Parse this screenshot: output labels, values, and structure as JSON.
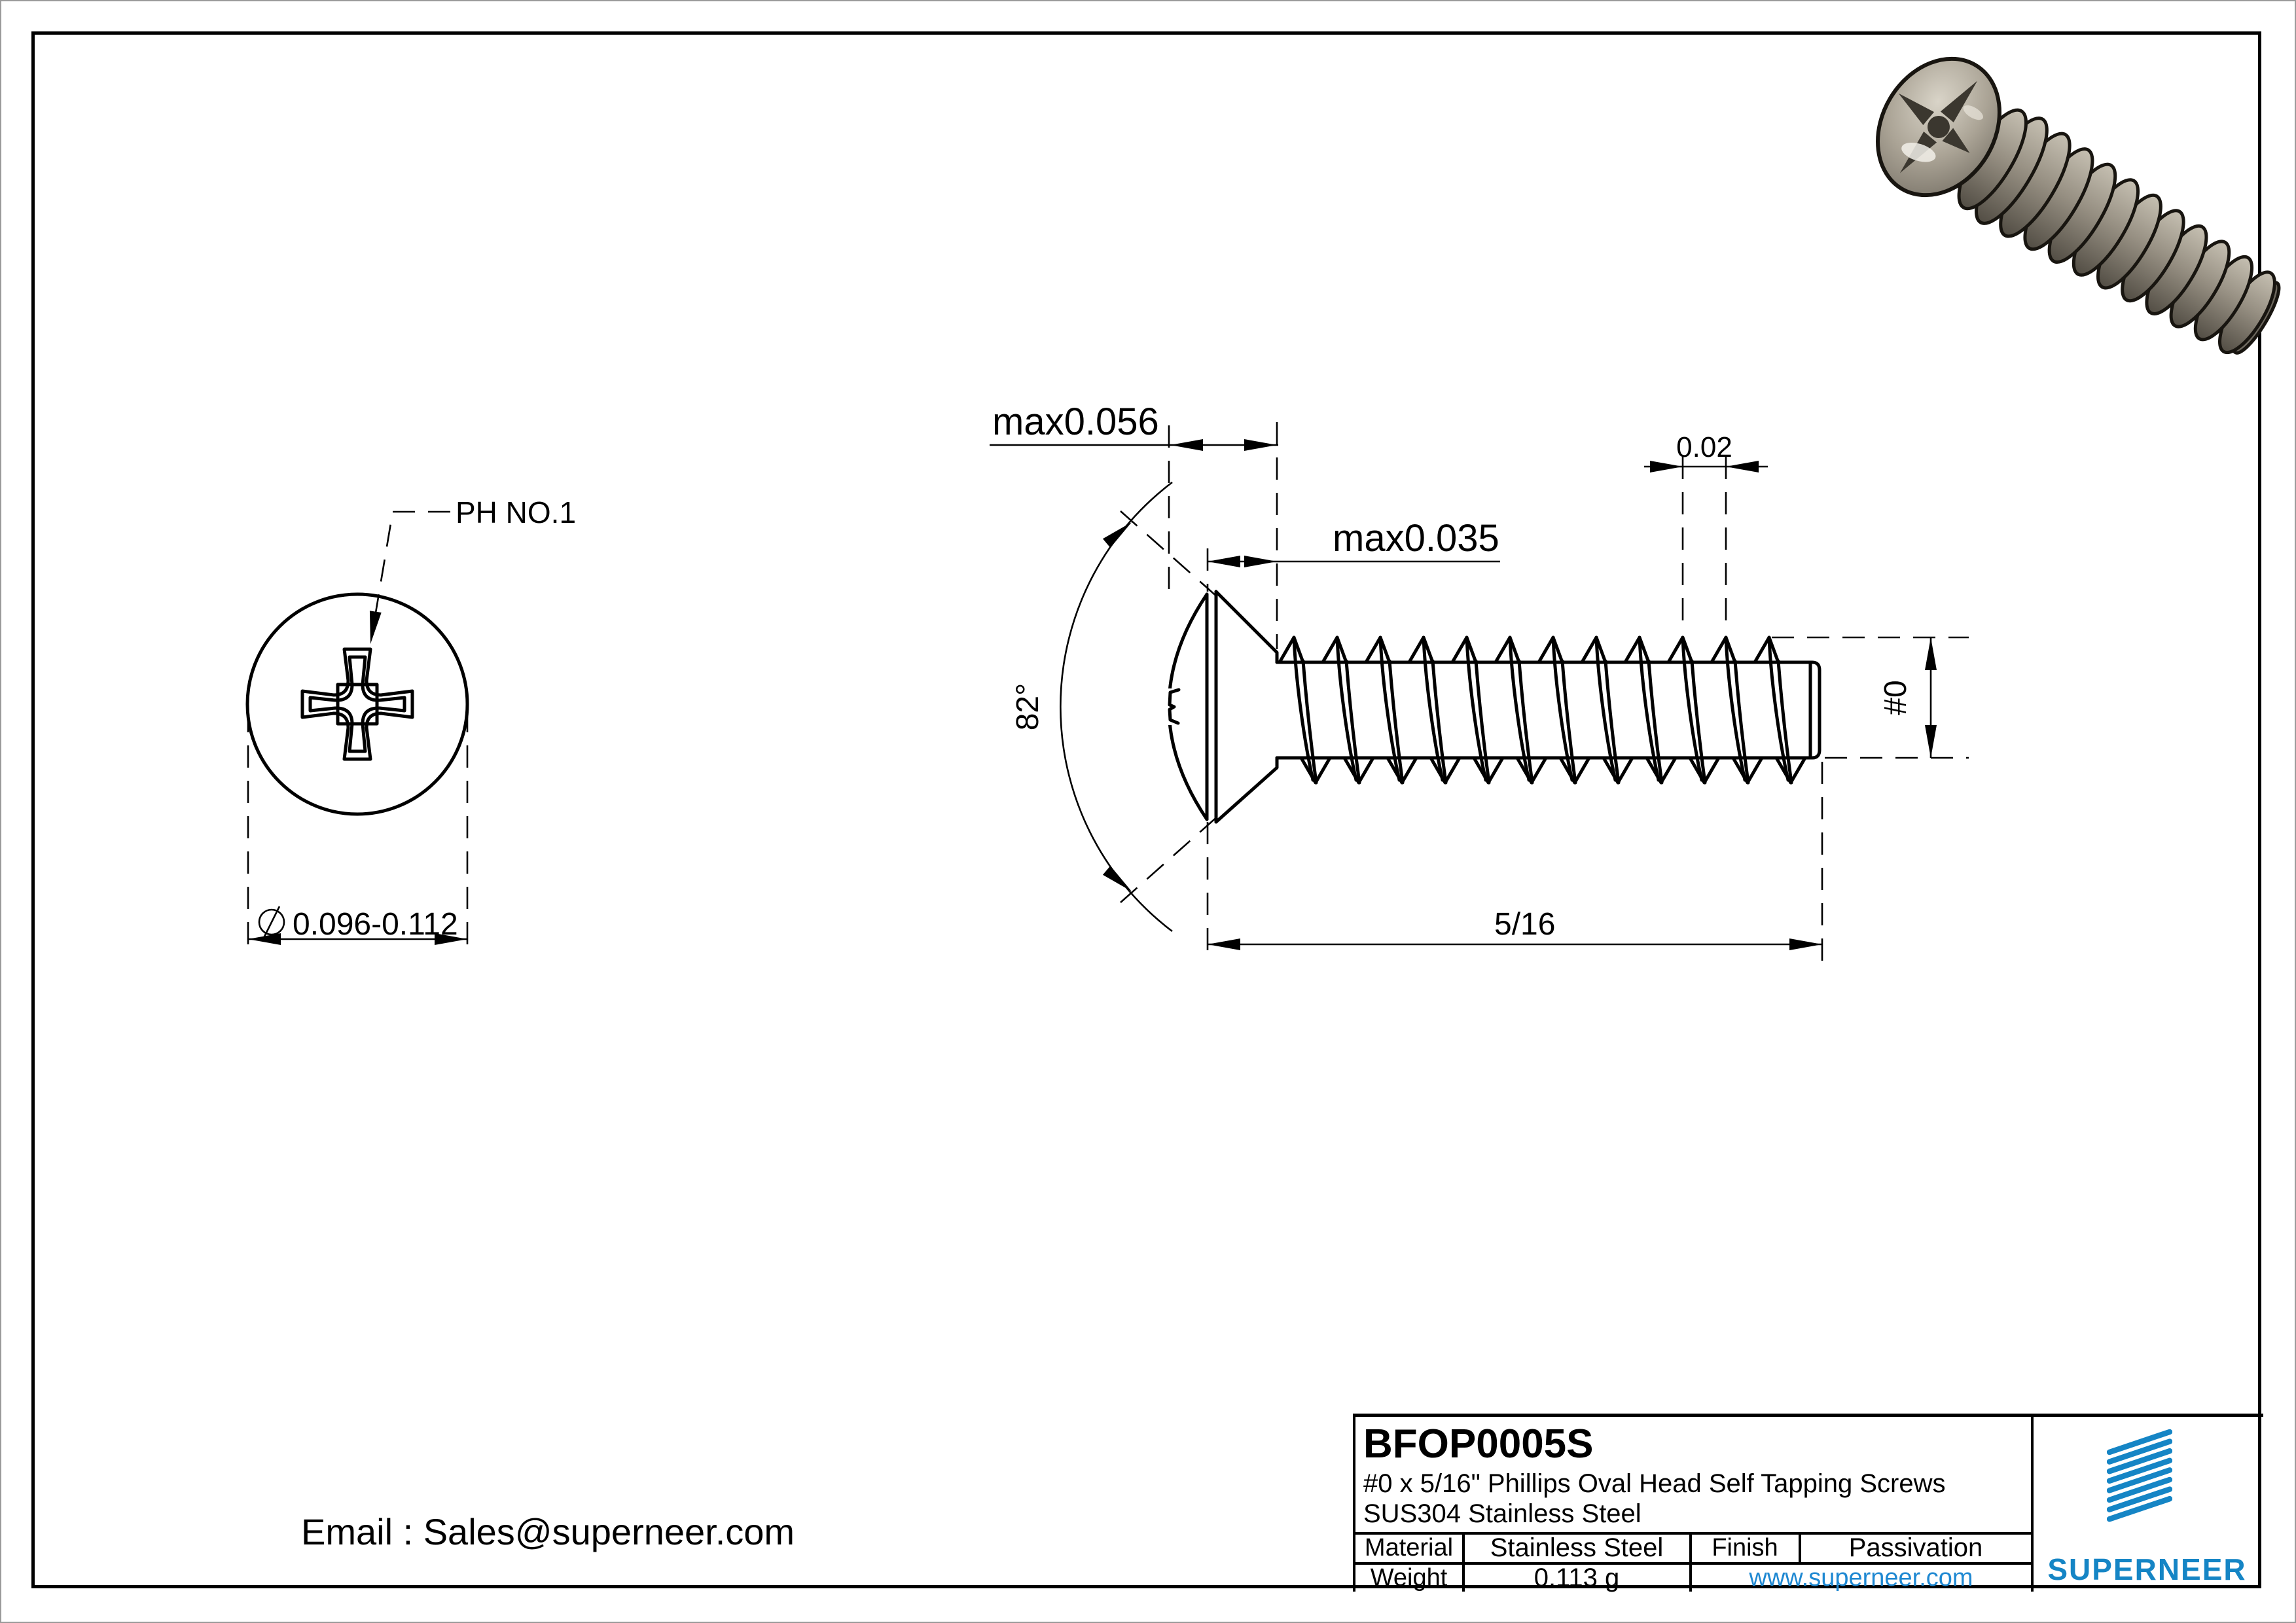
{
  "labels": {
    "drive": "PH NO.1"
  },
  "dimensions": {
    "head_diameter": "0.096-0.112",
    "head_total": "max0.056",
    "dome_height": "max0.035",
    "pitch": "0.02",
    "angle": "82°",
    "gauge": "#0",
    "length": "5/16"
  },
  "contact": {
    "email": "Email : Sales@superneer.com"
  },
  "title_block": {
    "part_number": "BFOP0005S",
    "description_line1": "#0 x 5/16\" Phillips Oval Head Self Tapping Screws",
    "description_line2": "SUS304 Stainless Steel",
    "material_label": "Material",
    "material_value": "Stainless Steel",
    "finish_label": "Finish",
    "finish_value": "Passivation",
    "weight_label": "Weight",
    "weight_value": "0.113 g",
    "website": "www.superneer.com",
    "brand": "SUPERNEER",
    "brand_color": "#1585c5",
    "link_color": "#1e88d2"
  }
}
